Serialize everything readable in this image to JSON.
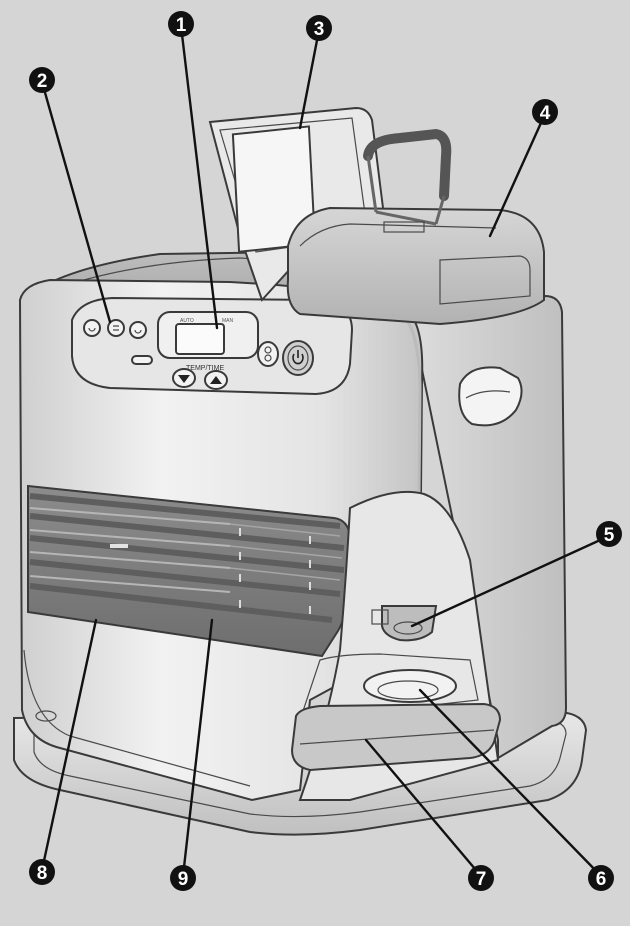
{
  "colors": {
    "background": "#d5d5d5",
    "body_light": "#ececec",
    "body_mid": "#c9c9c9",
    "body_dark": "#9a9a9a",
    "grille": "#7e7e7e",
    "callout_fill": "#111111"
  },
  "control_panel": {
    "display_top_left": "AUTO",
    "display_top_right": "MAN",
    "temp_time_label": "TEMP/TIME",
    "down_arrow": "▼",
    "up_arrow": "▲",
    "power_icon": "power-icon"
  },
  "callouts": [
    {
      "id": "1",
      "label": "1"
    },
    {
      "id": "2",
      "label": "2"
    },
    {
      "id": "3",
      "label": "3"
    },
    {
      "id": "4",
      "label": "4"
    },
    {
      "id": "5",
      "label": "5"
    },
    {
      "id": "6",
      "label": "6"
    },
    {
      "id": "7",
      "label": "7"
    },
    {
      "id": "8",
      "label": "8"
    },
    {
      "id": "9",
      "label": "9"
    }
  ]
}
